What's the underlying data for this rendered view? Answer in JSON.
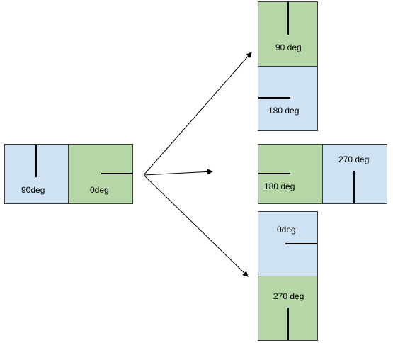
{
  "colors": {
    "blue_tile": "#cfe2f3",
    "green_tile": "#b6d7a8",
    "border": "#3a3a3a",
    "line": "#000000"
  },
  "source": {
    "left_tile_label": "90deg",
    "right_tile_label": "0deg"
  },
  "results": {
    "top": {
      "upper_label": "90 deg",
      "lower_label": "180 deg"
    },
    "middle": {
      "left_label": "180 deg",
      "right_label": "270 deg"
    },
    "bottom": {
      "upper_label": "0deg",
      "lower_label": "270 deg"
    }
  }
}
